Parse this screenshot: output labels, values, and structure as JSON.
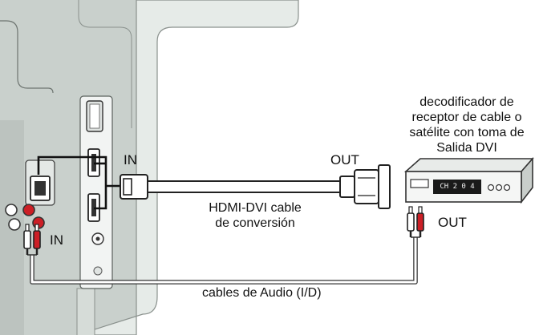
{
  "labels": {
    "tv_hdmi_in": "IN",
    "tv_audio_in": "IN",
    "dvi_out": "OUT",
    "audio_out": "OUT",
    "hdmi_cable_line1": "HDMI-DVI cable",
    "hdmi_cable_line2": "de conversión",
    "audio_cable": "cables de Audio (I/D)",
    "receiver_line1": "decodificador de",
    "receiver_line2": "receptor de cable o",
    "receiver_line3": "satélite con toma de",
    "receiver_line4": "Salida DVI",
    "receiver_display": "CH 2 0 4"
  },
  "colors": {
    "tv_body": "#c9d0cc",
    "tv_panel": "#e3e8e5",
    "outline": "#3a3a3a",
    "audio_red": "#cc1f26",
    "cable": "#ffffff"
  }
}
